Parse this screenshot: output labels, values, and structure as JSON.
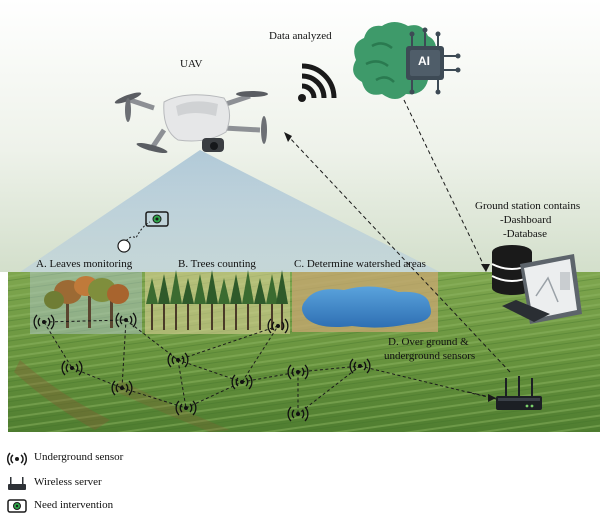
{
  "labels": {
    "uav": "UAV",
    "data_analyzed": "Data analyzed",
    "ai_chip": "AI",
    "ground_station_title": "Ground station contains",
    "ground_station_dashboard": "-Dashboard",
    "ground_station_database": "-Database",
    "area_a": "A. Leaves monitoring",
    "area_b": "B. Trees counting",
    "area_c": "C. Determine watershed areas",
    "area_d_line1": "D. Over ground &",
    "area_d_line2": "underground sensors"
  },
  "legend": [
    {
      "icon": "underground-sensor-icon",
      "label": "Underground sensor"
    },
    {
      "icon": "wireless-server-icon",
      "label": "Wireless server"
    },
    {
      "icon": "need-intervention-icon",
      "label": "Need intervention"
    }
  ],
  "colors": {
    "sky_top": "#ffffff",
    "sky_bottom": "#d9e3d2",
    "field": "#6f9a45",
    "field_dark": "#4f7a2f",
    "drone_cone": "#a9c4d6",
    "brain": "#3e9a6a",
    "water": "#3f86c9",
    "intervention": "#2fa64a"
  }
}
